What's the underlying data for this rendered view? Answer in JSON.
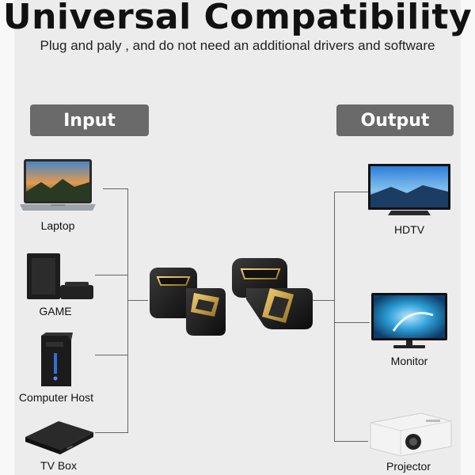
{
  "header": {
    "title": "Universal Compatibility",
    "subtitle": "Plug and paly , and do not need an additional drivers and software"
  },
  "input_label": "Input",
  "output_label": "Output",
  "inputs": [
    {
      "label": "Laptop",
      "icon": "laptop-icon"
    },
    {
      "label": "GAME",
      "icon": "game-console-icon"
    },
    {
      "label": "Computer Host",
      "icon": "computer-tower-icon"
    },
    {
      "label": "TV Box",
      "icon": "tv-box-icon"
    }
  ],
  "outputs": [
    {
      "label": "HDTV",
      "icon": "hdtv-icon"
    },
    {
      "label": "Monitor",
      "icon": "monitor-icon"
    },
    {
      "label": "Projector",
      "icon": "projector-icon"
    }
  ],
  "product": {
    "icon": "hdmi-adapter-icon"
  },
  "colors": {
    "pill": "#6a6a6a",
    "background": "#ececec",
    "line": "#666666",
    "gold": "#c9a24a"
  }
}
